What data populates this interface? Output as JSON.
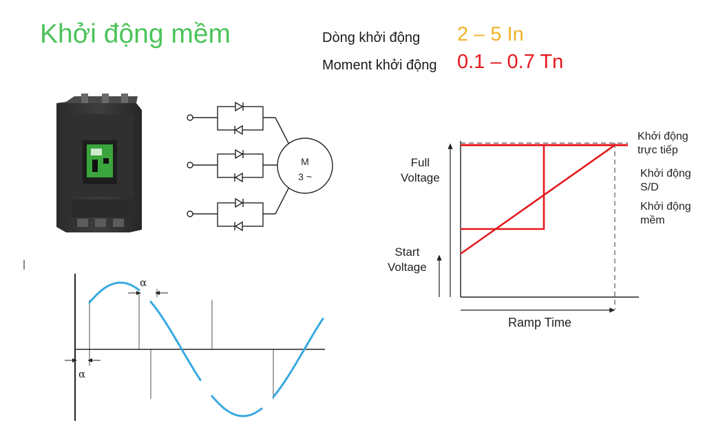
{
  "title": "Khởi động mềm",
  "specs": {
    "current_label": "Dòng khởi động",
    "current_value": "2 – 5 In",
    "torque_label": "Moment khởi động",
    "torque_value": "0.1 – 0.7 Tn"
  },
  "motor": {
    "symbol": "M",
    "phase": "3 ~"
  },
  "ramp_chart": {
    "full_voltage_line1": "Full",
    "full_voltage_line2": "Voltage",
    "start_voltage_line1": "Start",
    "start_voltage_line2": "Voltage",
    "x_label": "Ramp Time",
    "legend": {
      "dol_line1": "Khởi động",
      "dol_line2": "trực tiếp",
      "sd_line1": "Khởi động",
      "sd_line2": "S/D",
      "soft_line1": "Khởi động",
      "soft_line2": "mềm"
    }
  },
  "waveform": {
    "alpha_top": "α",
    "alpha_bottom": "α"
  },
  "colors": {
    "title": "#4cc35a",
    "current_value": "#f2b22a",
    "torque_value": "#e5171d",
    "ramp_lines": "#e5171d",
    "sine": "#36a9e1"
  }
}
